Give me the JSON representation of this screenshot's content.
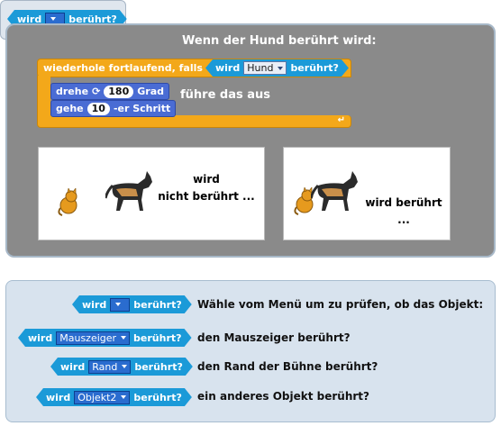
{
  "header_block": {
    "left": "wird",
    "right": "berührt?"
  },
  "top_panel": {
    "title": "Wenn der Hund berührt wird:",
    "loop": {
      "label": "wiederhole fortlaufend, falls",
      "cond_left": "wird",
      "cond_dropdown": "Hund",
      "cond_right": "berührt?"
    },
    "turn": {
      "prefix": "drehe",
      "value": "180",
      "suffix": "Grad"
    },
    "move": {
      "prefix": "gehe",
      "value": "10",
      "suffix": "-er Schritt"
    },
    "do_label": "führe das aus",
    "stage_left_text": [
      "wird",
      "nicht berührt ..."
    ],
    "stage_right_text": "wird berührt ..."
  },
  "bottom_panel": {
    "rows": [
      {
        "left": "wird",
        "dropdown": "",
        "right": "berührt?",
        "desc": "Wähle vom Menü um zu prüfen, ob das Objekt:"
      },
      {
        "left": "wird",
        "dropdown": "Mauszeiger",
        "right": "berührt?",
        "desc": "den Mauszeiger berührt?"
      },
      {
        "left": "wird",
        "dropdown": "Rand",
        "right": "berührt?",
        "desc": "den Rand der Bühne berührt?"
      },
      {
        "left": "wird",
        "dropdown": "Objekt2",
        "right": "berührt?",
        "desc": "ein anderes Objekt berührt?"
      }
    ]
  },
  "colors": {
    "sensing": "#1b9ad8",
    "control": "#f3a81a",
    "motion": "#4a6cd4",
    "panel": "#8a8a8a"
  }
}
